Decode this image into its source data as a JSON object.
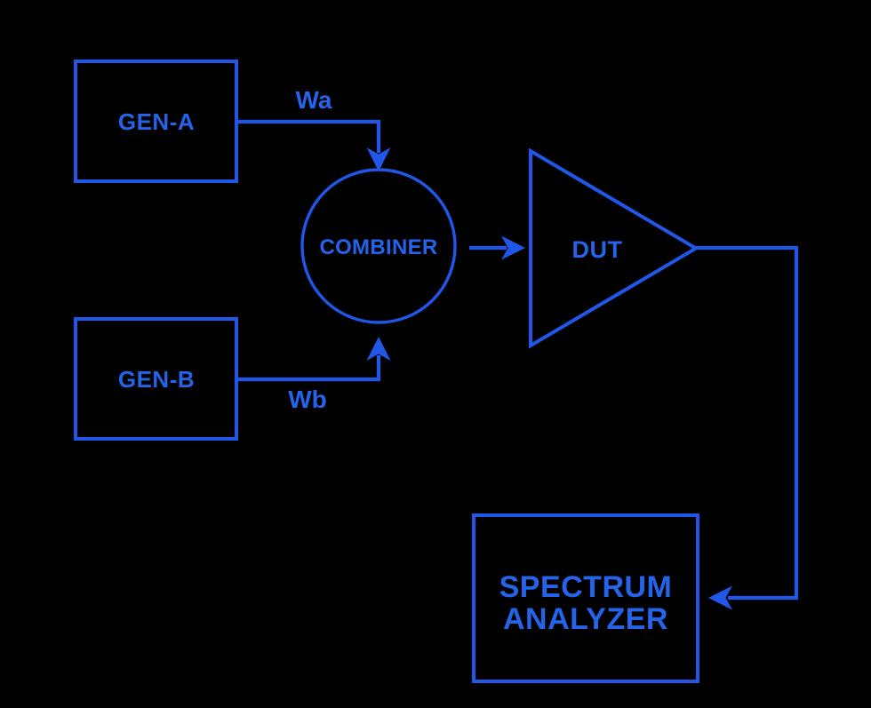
{
  "diagram": {
    "nodes": {
      "gen_a": {
        "label": "GEN-A",
        "shape": "rect"
      },
      "gen_b": {
        "label": "GEN-B",
        "shape": "rect"
      },
      "combiner": {
        "label": "COMBINER",
        "shape": "circle"
      },
      "dut": {
        "label": "DUT",
        "shape": "triangle"
      },
      "spectrum_analyzer": {
        "label_line1": "SPECTRUM",
        "label_line2": "ANALYZER",
        "shape": "rect"
      }
    },
    "edges": {
      "gen_a_to_combiner": {
        "label": "Wa"
      },
      "gen_b_to_combiner": {
        "label": "Wb"
      }
    }
  },
  "colors": {
    "background": "#000000",
    "line": "#2057e8",
    "text": "#2563eb"
  }
}
